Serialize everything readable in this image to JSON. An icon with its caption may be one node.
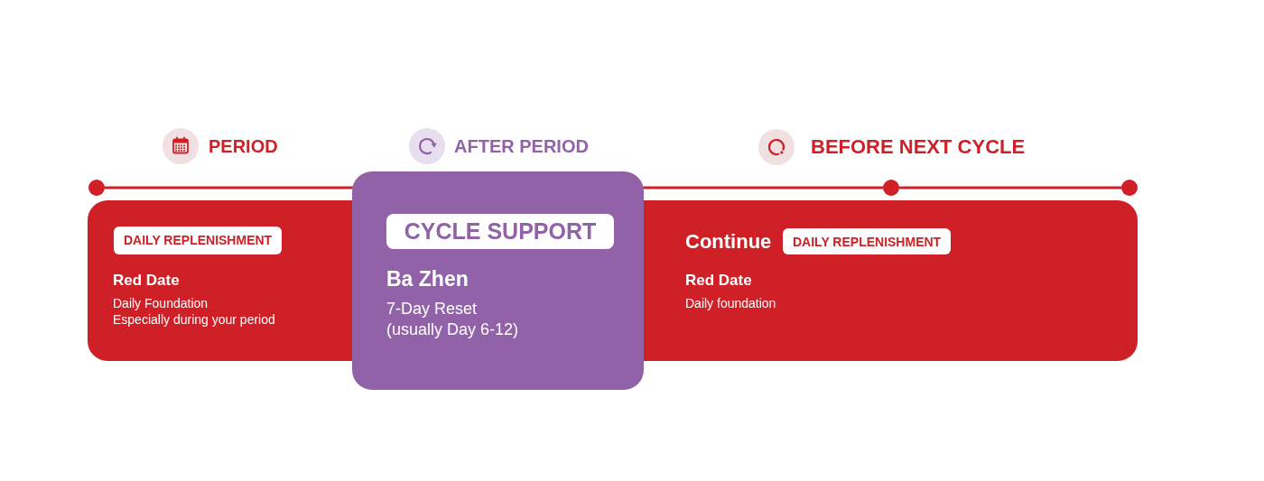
{
  "diagram": {
    "nodes": [
      {
        "text": [
          "Red Date",
          "Daily Foundation",
          "Especially during your period"
        ]
      },
      {
        "text": [
          "DAILY REPLENISHMENT"
        ],
        "in": 0
      },
      {
        "text": [
          "Ba Zhen",
          "7-Day Reset",
          "(usually Day 6-12)"
        ]
      },
      {
        "text": [
          "CYCLE SUPPORT"
        ],
        "in": 2
      },
      {
        "text": [
          "Continue",
          "Red Date",
          "Daily foundation"
        ]
      },
      {
        "text": [
          "DAILY REPLENISHMENT"
        ],
        "in": 4
      },
      {
        "text": [],
        "shape": "circle"
      },
      {
        "text": [],
        "shape": "circle"
      },
      {
        "text": [],
        "shape": "circle"
      }
    ],
    "edges": [
      {
        "from": 6,
        "to": 7,
        "arrow": "none"
      },
      {
        "from": 7,
        "to": 8,
        "arrow": "none"
      }
    ],
    "labels": [
      "PERIOD",
      "AFTER PERIOD",
      "BEFORE NEXT CYCLE"
    ]
  }
}
